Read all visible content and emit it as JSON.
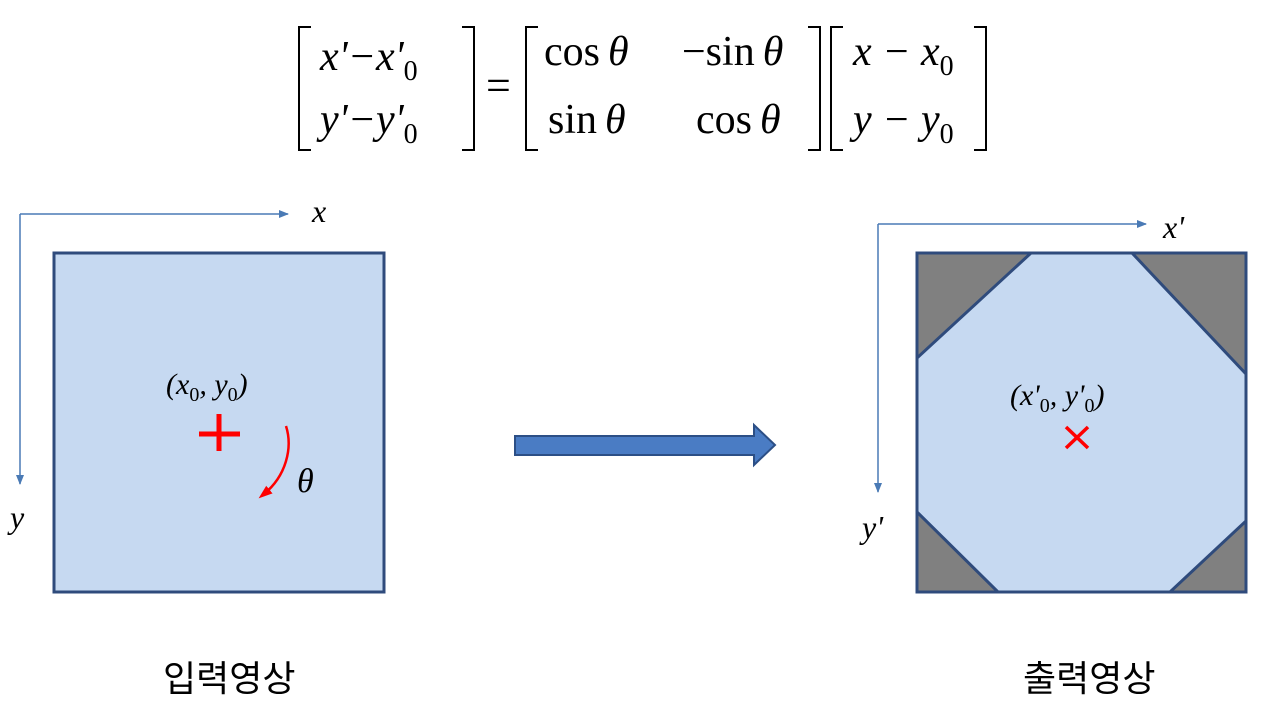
{
  "equation": {
    "lhs": [
      "x'−x'",
      "y'−y'"
    ],
    "lhs_sub": "0",
    "matrix": [
      "cos",
      "−sin",
      "sin",
      "cos"
    ],
    "theta": "θ",
    "rhs": [
      "x − x",
      "y − y"
    ],
    "rhs_sub": "0"
  },
  "input": {
    "axis_x": "x",
    "axis_y": "y",
    "center_label_open": "(x",
    "center_label_sep": ", y",
    "center_label_close": ")",
    "center_sub": "0",
    "angle": "θ",
    "caption": "입력영상"
  },
  "output": {
    "axis_x": "x'",
    "axis_y": "y'",
    "center_label_open": "(x'",
    "center_label_sep": ", y'",
    "center_label_close": ")",
    "center_sub": "0",
    "caption": "출력영상"
  },
  "colors": {
    "image_fill": "#c6d9f1",
    "image_border": "#2f4b7c",
    "axis": "#4a7ab5",
    "corner_fill": "#808080",
    "arrow_fill": "#4a7cc4",
    "arrow_border": "#2c4f86",
    "marker": "#ff0000"
  }
}
